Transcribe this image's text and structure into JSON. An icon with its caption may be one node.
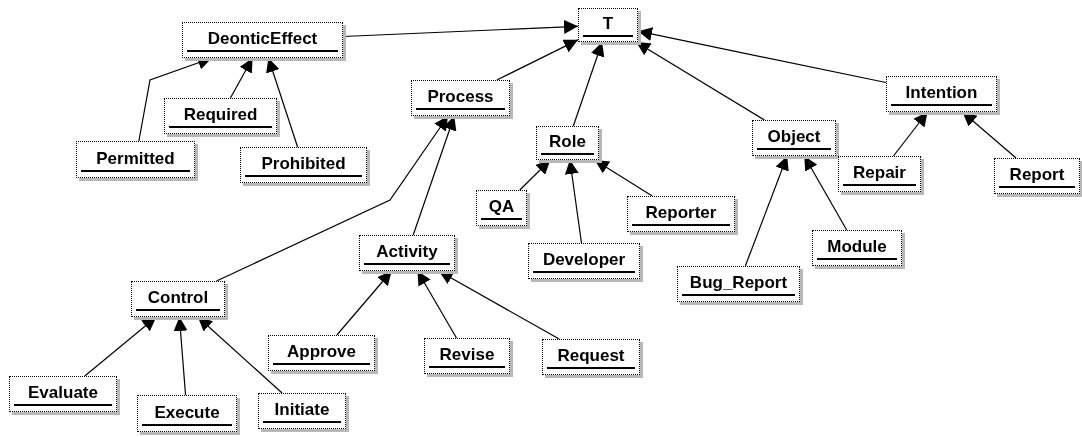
{
  "diagram": {
    "nodes": [
      {
        "text": [
          "T"
        ]
      },
      {
        "text": [
          "DeonticEffect"
        ]
      },
      {
        "text": [
          "Process"
        ]
      },
      {
        "text": [
          "Role"
        ]
      },
      {
        "text": [
          "Intention"
        ]
      },
      {
        "text": [
          "Object"
        ]
      },
      {
        "text": [
          "Required"
        ]
      },
      {
        "text": [
          "Permitted"
        ]
      },
      {
        "text": [
          "Prohibited"
        ]
      },
      {
        "text": [
          "QA"
        ]
      },
      {
        "text": [
          "Reporter"
        ]
      },
      {
        "text": [
          "Developer"
        ]
      },
      {
        "text": [
          "Repair"
        ]
      },
      {
        "text": [
          "Report"
        ]
      },
      {
        "text": [
          "Module"
        ]
      },
      {
        "text": [
          "Bug_Report"
        ]
      },
      {
        "text": [
          "Activity"
        ]
      },
      {
        "text": [
          "Control"
        ]
      },
      {
        "text": [
          "Approve"
        ]
      },
      {
        "text": [
          "Revise"
        ]
      },
      {
        "text": [
          "Request"
        ]
      },
      {
        "text": [
          "Evaluate"
        ]
      },
      {
        "text": [
          "Execute"
        ]
      },
      {
        "text": [
          "Initiate"
        ]
      }
    ],
    "edges": [
      {
        "from": 1,
        "to": 0,
        "arrow": "to"
      },
      {
        "from": 2,
        "to": 0,
        "arrow": "to"
      },
      {
        "from": 3,
        "to": 0,
        "arrow": "to"
      },
      {
        "from": 5,
        "to": 0,
        "arrow": "to"
      },
      {
        "from": 4,
        "to": 0,
        "arrow": "to"
      },
      {
        "from": 6,
        "to": 1,
        "arrow": "to"
      },
      {
        "from": 7,
        "to": 1,
        "arrow": "to"
      },
      {
        "from": 8,
        "to": 1,
        "arrow": "to"
      },
      {
        "from": 9,
        "to": 3,
        "arrow": "to"
      },
      {
        "from": 11,
        "to": 3,
        "arrow": "to"
      },
      {
        "from": 10,
        "to": 3,
        "arrow": "to"
      },
      {
        "from": 12,
        "to": 4,
        "arrow": "to"
      },
      {
        "from": 13,
        "to": 4,
        "arrow": "to"
      },
      {
        "from": 15,
        "to": 5,
        "arrow": "to"
      },
      {
        "from": 14,
        "to": 5,
        "arrow": "to"
      },
      {
        "from": 16,
        "to": 2,
        "arrow": "to"
      },
      {
        "from": 17,
        "to": 2,
        "arrow": "to"
      },
      {
        "from": 18,
        "to": 16,
        "arrow": "to"
      },
      {
        "from": 19,
        "to": 16,
        "arrow": "to"
      },
      {
        "from": 20,
        "to": 16,
        "arrow": "to"
      },
      {
        "from": 21,
        "to": 17,
        "arrow": "to"
      },
      {
        "from": 22,
        "to": 17,
        "arrow": "to"
      },
      {
        "from": 23,
        "to": 17,
        "arrow": "to"
      }
    ]
  }
}
